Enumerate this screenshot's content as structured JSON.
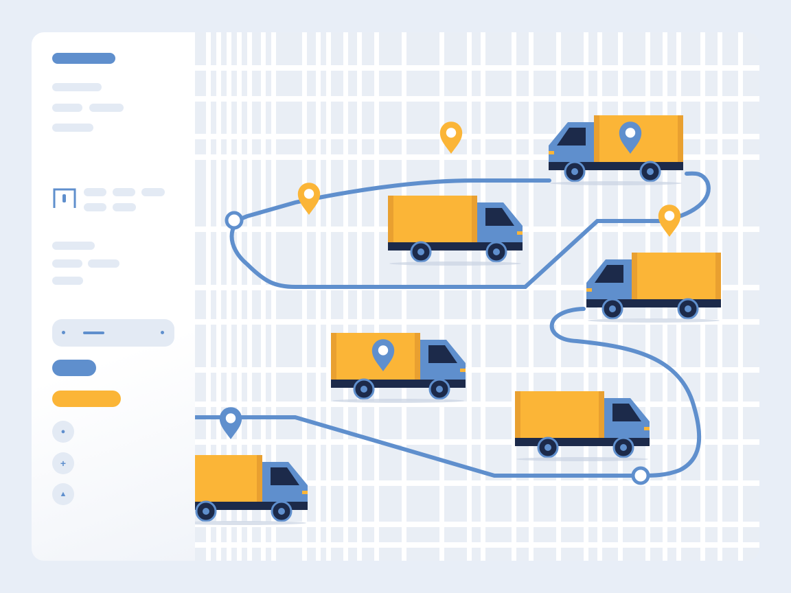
{
  "app": {
    "kind": "fleet route tracking dashboard (no visible text)"
  },
  "colors": {
    "accent_blue": "#5f8fcd",
    "accent_yellow": "#fbb537",
    "cargo_orange": "#e9a030",
    "truck_chassis": "#1c2a4a",
    "map_bg": "#e9eef5",
    "road": "#ffffff",
    "placeholder": "#e3eaf4"
  },
  "sidebar": {
    "icons": [
      "building-icon",
      "location-icon",
      "plus-icon",
      "triangle-up-icon"
    ],
    "buttons": [
      "primary-blue-button",
      "primary-yellow-button"
    ]
  },
  "map": {
    "truck_count": 6,
    "pin_colors": [
      "yellow",
      "yellow",
      "yellow",
      "blue",
      "blue",
      "blue"
    ]
  }
}
